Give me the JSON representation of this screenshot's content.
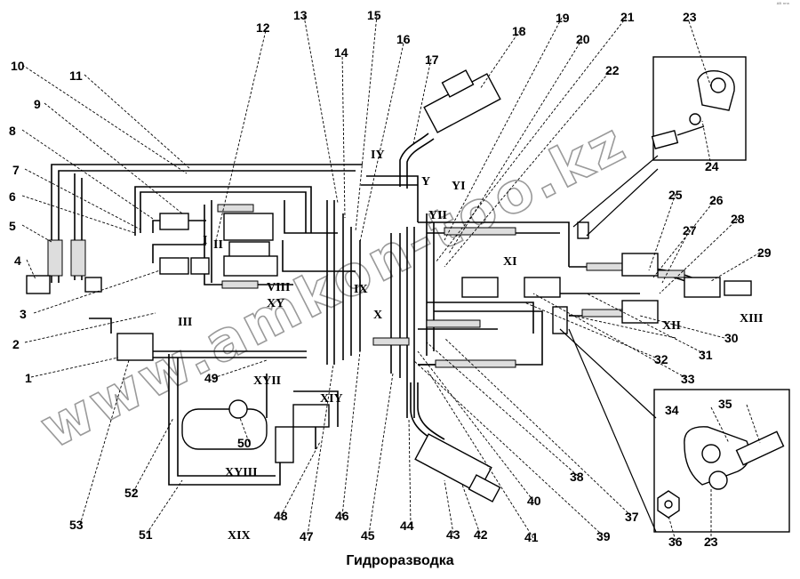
{
  "title": "Гидроразводка",
  "corner_mark": "ᴬᴮ ⁿⁿⁿ",
  "watermark": "www.amkon-too.kz",
  "callouts": [
    "1",
    "2",
    "3",
    "4",
    "5",
    "6",
    "7",
    "8",
    "9",
    "10",
    "11",
    "12",
    "13",
    "14",
    "15",
    "16",
    "17",
    "18",
    "19",
    "20",
    "21",
    "22",
    "23",
    "24",
    "25",
    "26",
    "27",
    "28",
    "29",
    "30",
    "31",
    "32",
    "33",
    "34",
    "35",
    "36",
    "37",
    "38",
    "39",
    "40",
    "41",
    "42",
    "43",
    "44",
    "45",
    "46",
    "47",
    "48",
    "49",
    "50",
    "51",
    "52",
    "53",
    "23"
  ],
  "roman_markers": [
    "I",
    "II",
    "III",
    "IY",
    "Y",
    "YI",
    "YII",
    "VIII",
    "IX",
    "X",
    "XI",
    "XII",
    "XIII",
    "XY",
    "XIY",
    "XYII",
    "XYIII",
    "XIX"
  ],
  "colors": {
    "line": "#000000",
    "background": "#ffffff",
    "watermark": "#9a9a9a"
  }
}
